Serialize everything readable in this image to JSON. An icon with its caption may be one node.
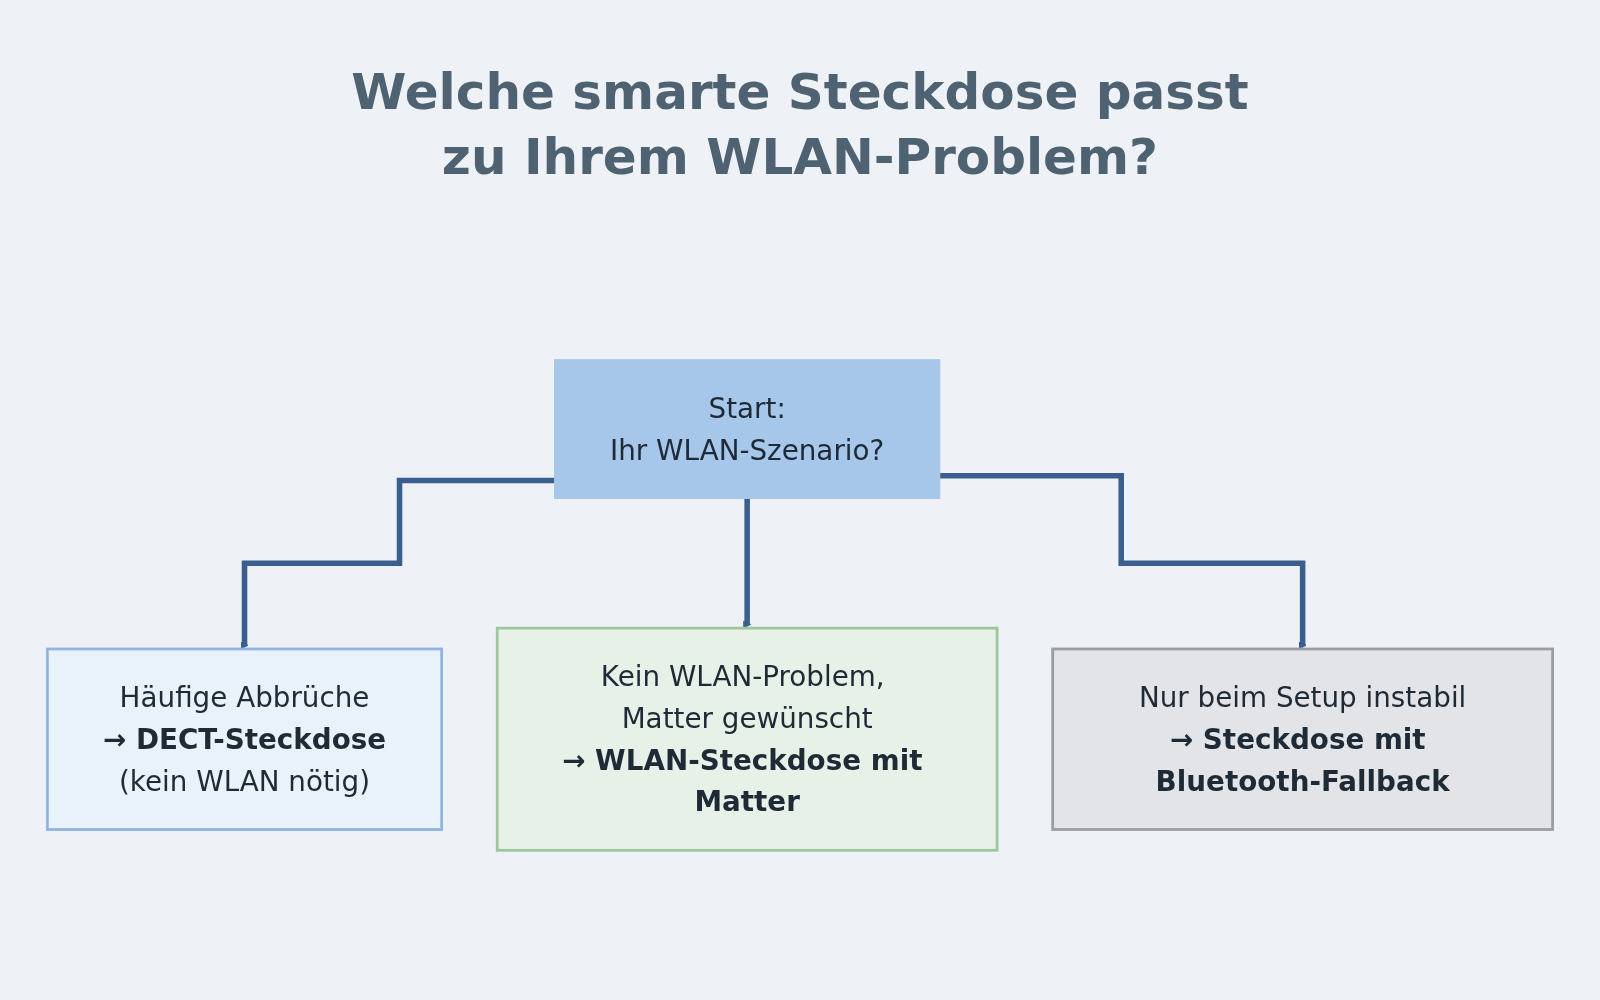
{
  "diagram": {
    "title": "Welche smarte Steckdose passt zu Ihrem WLAN-Problem?",
    "nodes": [
      {
        "text": [
          "Start:",
          "Ihr WLAN-Szenario?"
        ]
      },
      {
        "text": [
          "Häufige Abbrüche",
          "→ DECT-Steckdose",
          "(kein WLAN nötig)"
        ]
      },
      {
        "text": [
          "Kein WLAN-Problem, Matter gewünscht",
          "→ WLAN-Steckdose mit Matter"
        ]
      },
      {
        "text": [
          "Nur beim Setup instabil",
          "→ Steckdose mit Bluetooth-Fallback"
        ]
      }
    ],
    "edges": [
      {
        "from": 0,
        "to": 1,
        "arrow": "to"
      },
      {
        "from": 0,
        "to": 2,
        "arrow": "to"
      },
      {
        "from": 0,
        "to": 3,
        "arrow": "to"
      }
    ]
  }
}
